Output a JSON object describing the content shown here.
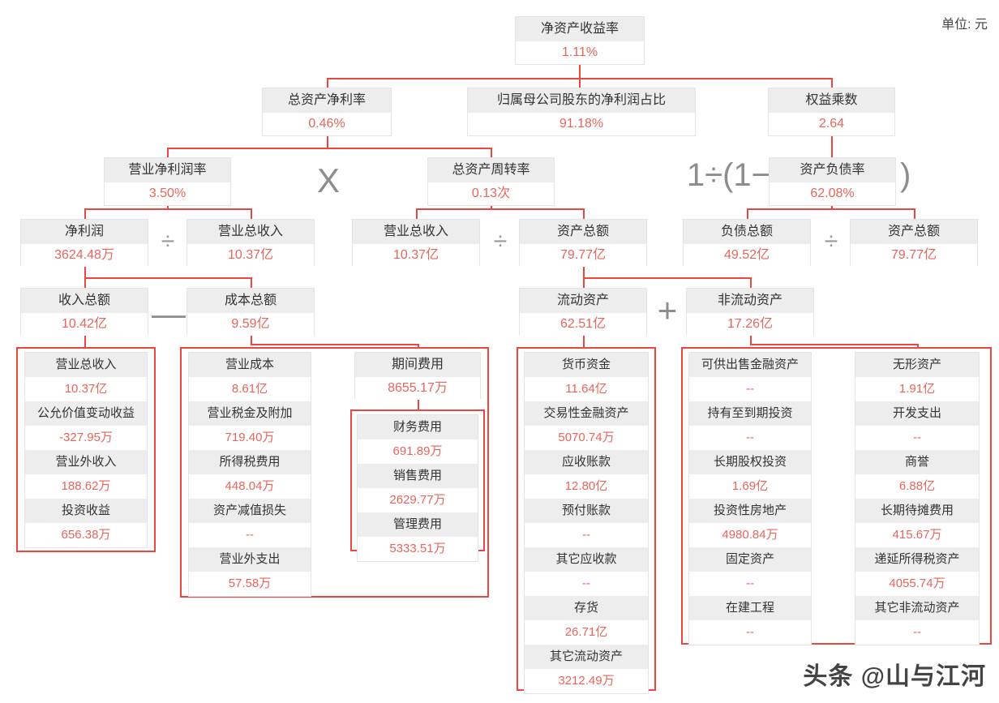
{
  "meta": {
    "unit_label": "单位: 元",
    "watermark": "头条 @山与江河",
    "accent_color": "#e8483f",
    "value_color": "#e8655c",
    "header_bg": "#ededed"
  },
  "operators": {
    "multiply": "X",
    "divide": "÷",
    "minus": "—",
    "plus": "+",
    "equity_formula_left": "1÷(1−",
    "equity_formula_right": ")"
  },
  "nodes": {
    "roe": {
      "label": "净资产收益率",
      "value": "1.11%"
    },
    "roa": {
      "label": "总资产净利率",
      "value": "0.46%"
    },
    "parent_ratio": {
      "label": "归属母公司股东的净利润占比",
      "value": "91.18%"
    },
    "equity_mult": {
      "label": "权益乘数",
      "value": "2.64"
    },
    "net_margin": {
      "label": "营业净利润率",
      "value": "3.50%"
    },
    "asset_turnover": {
      "label": "总资产周转率",
      "value": "0.13次"
    },
    "debt_ratio": {
      "label": "资产负债率",
      "value": "62.08%"
    },
    "net_profit": {
      "label": "净利润",
      "value": "3624.48万"
    },
    "revenue_a": {
      "label": "营业总收入",
      "value": "10.37亿"
    },
    "revenue_b": {
      "label": "营业总收入",
      "value": "10.37亿"
    },
    "total_assets_a": {
      "label": "资产总额",
      "value": "79.77亿"
    },
    "total_debt": {
      "label": "负债总额",
      "value": "49.52亿"
    },
    "total_assets_b": {
      "label": "资产总额",
      "value": "79.77亿"
    },
    "income_total": {
      "label": "收入总额",
      "value": "10.42亿"
    },
    "cost_total": {
      "label": "成本总额",
      "value": "9.59亿"
    },
    "current_assets": {
      "label": "流动资产",
      "value": "62.51亿"
    },
    "noncurrent_assets": {
      "label": "非流动资产",
      "value": "17.26亿"
    },
    "period_expense": {
      "label": "期间费用",
      "value": "8655.17万"
    }
  },
  "income_breakdown": [
    {
      "label": "营业总收入",
      "value": "10.37亿"
    },
    {
      "label": "公允价值变动收益",
      "value": "-327.95万"
    },
    {
      "label": "营业外收入",
      "value": "188.62万"
    },
    {
      "label": "投资收益",
      "value": "656.38万"
    }
  ],
  "cost_breakdown": [
    {
      "label": "营业成本",
      "value": "8.61亿"
    },
    {
      "label": "营业税金及附加",
      "value": "719.40万"
    },
    {
      "label": "所得税费用",
      "value": "448.04万"
    },
    {
      "label": "资产减值损失",
      "value": "--"
    },
    {
      "label": "营业外支出",
      "value": "57.58万"
    }
  ],
  "period_expense_breakdown": [
    {
      "label": "财务费用",
      "value": "691.89万"
    },
    {
      "label": "销售费用",
      "value": "2629.77万"
    },
    {
      "label": "管理费用",
      "value": "5333.51万"
    }
  ],
  "current_assets_breakdown": [
    {
      "label": "货币资金",
      "value": "11.64亿"
    },
    {
      "label": "交易性金融资产",
      "value": "5070.74万"
    },
    {
      "label": "应收账款",
      "value": "12.80亿"
    },
    {
      "label": "预付账款",
      "value": "--"
    },
    {
      "label": "其它应收款",
      "value": "--"
    },
    {
      "label": "存货",
      "value": "26.71亿"
    },
    {
      "label": "其它流动资产",
      "value": "3212.49万"
    }
  ],
  "noncurrent_assets_breakdown_left": [
    {
      "label": "可供出售金融资产",
      "value": "--"
    },
    {
      "label": "持有至到期投资",
      "value": "--"
    },
    {
      "label": "长期股权投资",
      "value": "1.69亿"
    },
    {
      "label": "投资性房地产",
      "value": "4980.84万"
    },
    {
      "label": "固定资产",
      "value": "--"
    },
    {
      "label": "在建工程",
      "value": "--"
    }
  ],
  "noncurrent_assets_breakdown_right": [
    {
      "label": "无形资产",
      "value": "1.91亿"
    },
    {
      "label": "开发支出",
      "value": "--"
    },
    {
      "label": "商誉",
      "value": "6.88亿"
    },
    {
      "label": "长期待摊费用",
      "value": "415.67万"
    },
    {
      "label": "递延所得税资产",
      "value": "4055.74万"
    },
    {
      "label": "其它非流动资产",
      "value": "--"
    }
  ]
}
